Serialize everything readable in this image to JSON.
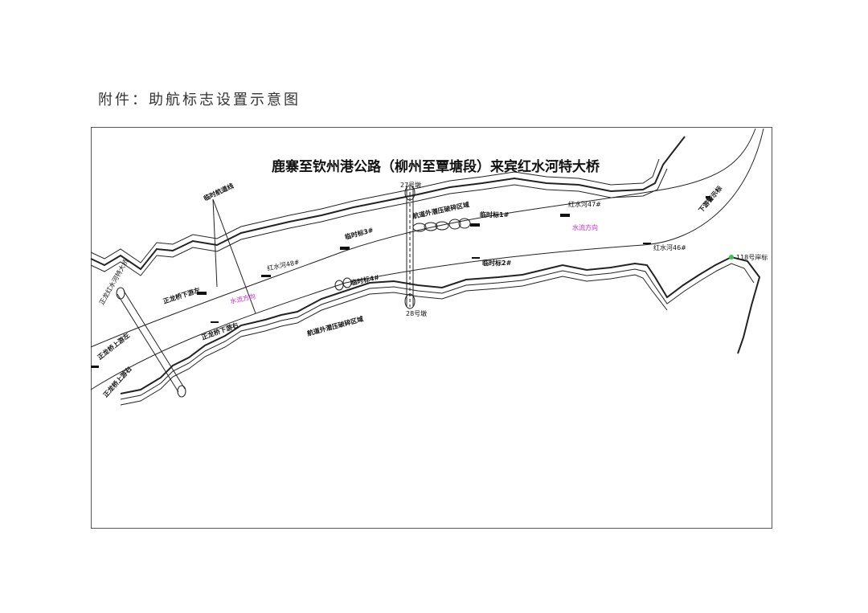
{
  "document": {
    "title": "附件：助航标志设置示意图"
  },
  "map": {
    "title": "鹿寨至钦州港公路（柳州至覃塘段）来宾红水河特大桥",
    "labels": {
      "temp_channel_line": "临时航道线",
      "bridge_left": "正龙红水河特大桥",
      "pier27": "27号墩",
      "pier28": "28号墩",
      "spoil_area_upper": "航道外潜压破碎区域",
      "spoil_area_lower": "航道外潜压破碎区域",
      "temp_mark1": "临时标1#",
      "temp_mark2": "临时标2#",
      "temp_mark3": "临时标3#",
      "temp_mark4": "临时标4#",
      "hsh47": "红水河47#",
      "hsh46": "红水河46#",
      "hsh48": "红水河48#",
      "flow_upper": "水流方向",
      "flow_lower": "水流方向",
      "downstream_mark": "下游警示标",
      "green_mark": "118号岸标",
      "zl_down_left": "正龙桥下游左",
      "zl_down_right": "正龙桥下游右",
      "zl_up_left": "正龙桥上游左",
      "zl_up_right": "正龙桥上游右"
    },
    "colors": {
      "flow_label": "#d020d0",
      "green_mark": "#2ecc40"
    }
  }
}
